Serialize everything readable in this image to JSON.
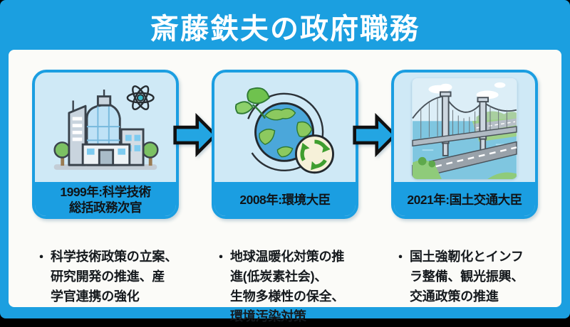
{
  "title": "斎藤鉄夫の政府職務",
  "colors": {
    "background_blue": "#1b9fe0",
    "panel_white": "#fbfbf8",
    "card_fill": "#cfe9f6",
    "card_border": "#1b9ee1",
    "arrow_fill": "#23a5e2",
    "arrow_outline": "#101010",
    "title_text": "#ffffff",
    "body_text": "#15191d"
  },
  "icons": {
    "card1": "government-building-with-atom",
    "card2": "earth-with-leaves-and-recycle",
    "card3": "suspension-bridge-highway",
    "between_cards": "right-arrow"
  },
  "bullet_marker": "・",
  "cards": [
    {
      "label": "1999年:科学技術\n総括政務次官",
      "bullet": "科学技術政策の立案、\n研究開発の推進、産\n学官連携の強化"
    },
    {
      "label": "2008年:環境大臣",
      "bullet": "地球温暖化対策の推\n進(低炭素社会)、\n生物多様性の保全、\n環境汚染対策"
    },
    {
      "label": "2021年:国土交通大臣",
      "bullet": "国土強靭化とインフ\nラ整備、観光振興、\n交通政策の推進"
    }
  ]
}
